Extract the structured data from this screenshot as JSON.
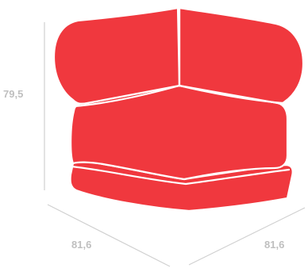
{
  "product": {
    "color": "#f0383e",
    "name": "corner-seat-module"
  },
  "dimensions": {
    "height": "79,5",
    "depth_left": "81,6",
    "depth_right": "81,6"
  },
  "colors": {
    "dimension_text": "#bfbfbf",
    "dimension_line": "#d0d0d0",
    "seam": "#ffffff"
  }
}
